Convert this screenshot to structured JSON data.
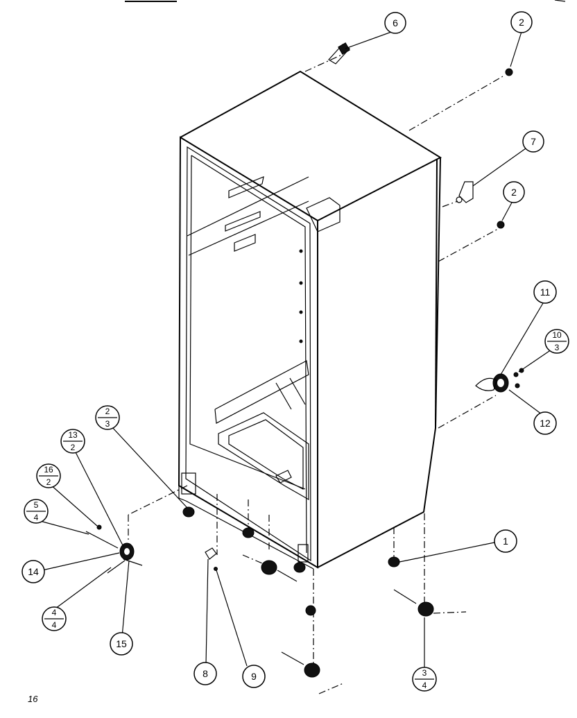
{
  "diagram": {
    "callouts": [
      {
        "id": "c6",
        "label": "6"
      },
      {
        "id": "c2a",
        "label": "2"
      },
      {
        "id": "c7",
        "label": "7"
      },
      {
        "id": "c2b",
        "label": "2"
      },
      {
        "id": "c11",
        "label": "11"
      },
      {
        "id": "c12",
        "label": "12"
      },
      {
        "id": "c1",
        "label": "1"
      },
      {
        "id": "c14",
        "label": "14"
      },
      {
        "id": "c15",
        "label": "15"
      },
      {
        "id": "c8",
        "label": "8"
      },
      {
        "id": "c9",
        "label": "9"
      }
    ],
    "fraction_callouts": [
      {
        "id": "f10_3",
        "top": "10",
        "bottom": "3"
      },
      {
        "id": "f2_3",
        "top": "2",
        "bottom": "3"
      },
      {
        "id": "f13_2",
        "top": "13",
        "bottom": "2"
      },
      {
        "id": "f16_2",
        "top": "16",
        "bottom": "2"
      },
      {
        "id": "f5_4",
        "top": "5",
        "bottom": "4"
      },
      {
        "id": "f4_4",
        "top": "4",
        "bottom": "4"
      },
      {
        "id": "f3_4",
        "top": "3",
        "bottom": "4"
      }
    ],
    "page_number": "16"
  }
}
